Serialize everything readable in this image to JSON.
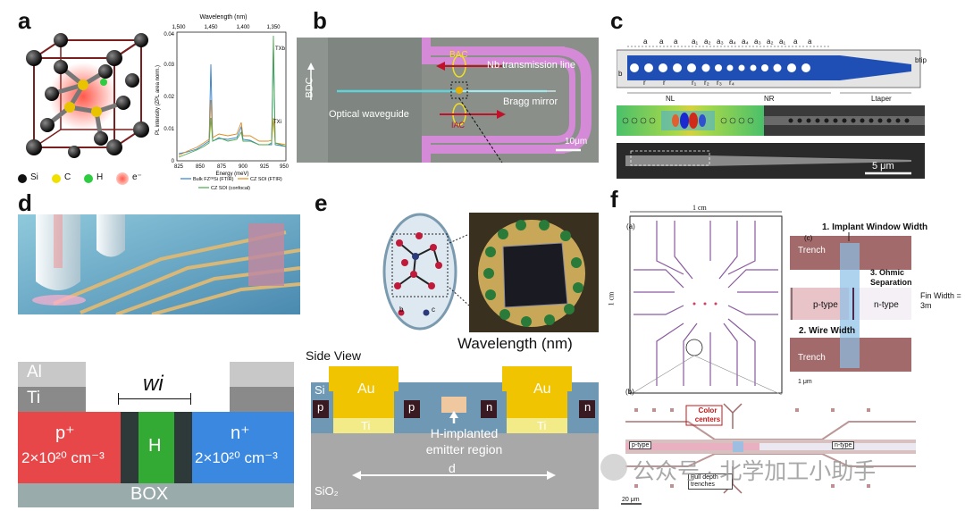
{
  "panels": {
    "a": {
      "letter": "a",
      "legend": {
        "si": "Si",
        "c": "C",
        "h": "H",
        "e": "e⁻"
      },
      "plot": {
        "top_axis_title": "Wavelength (nm)",
        "top_ticks": [
          "1,500",
          "1,450",
          "1,400",
          "1,350"
        ],
        "y_label": "PL intensity (ZPL area norm.)",
        "y_ticks": [
          "0",
          "0.01",
          "0.02",
          "0.03",
          "0.04"
        ],
        "x_ticks": [
          "825",
          "850",
          "875",
          "900",
          "925",
          "950"
        ],
        "x_label": "Energy (meV)",
        "peak_label_1": "TXb",
        "peak_label_2": "TXi",
        "legend_1": "Bulk FZ²⁸Si (FTIR)",
        "legend_2": "CZ SOI (FTIR)",
        "legend_3": "CZ SOI (confocal)"
      }
    },
    "b": {
      "letter": "b",
      "bac": "BAC",
      "bdc": "BDC",
      "nb_line": "Nb transmission line",
      "bragg": "Bragg mirror",
      "waveguide": "Optical waveguide",
      "iac": "IAC",
      "scale": "10μm"
    },
    "c": {
      "letter": "c",
      "labels": {
        "a": "a",
        "r": "r",
        "a1": "a₁",
        "a2": "a₂",
        "a3": "a₃",
        "a4": "a₄",
        "r1": "r₁",
        "r2": "r₂",
        "r3": "r₃",
        "r4": "r₄",
        "b": "b",
        "btip": "btip",
        "nl": "NL",
        "nr": "NR",
        "ltaper": "Ltaper"
      },
      "scale": "5 μm"
    },
    "d": {
      "letter": "d",
      "stack": {
        "al": "Al",
        "ti": "Ti",
        "wi": "wi",
        "p": "p⁺",
        "p_dope": "2×10²⁰ cm⁻³",
        "h": "H",
        "n": "n⁺",
        "n_dope": "2×10²⁰ cm⁻³",
        "box": "BOX"
      }
    },
    "e": {
      "letter": "e",
      "wavelength": "Wavelength (nm)",
      "atom_b": "b",
      "atom_c": "c",
      "side_view": "Side View",
      "si": "Si",
      "au1": "Au",
      "au2": "Au",
      "ti1": "Ti",
      "ti2": "Ti",
      "p1": "p",
      "p2": "p",
      "n1": "n",
      "n2": "n",
      "emitter": "H-implanted\nemitter region",
      "d": "d",
      "sio2": "SiO₂"
    },
    "f": {
      "letter": "f",
      "sub_a": "(a)",
      "sub_b": "(b)",
      "sub_c": "(c)",
      "one_cm_top": "1 cm",
      "one_cm_side": "1 cm",
      "implant": "1. Implant Window Width",
      "ohmic": "3. Ohmic Separation",
      "wire": "2. Wire Width",
      "trench1": "Trench",
      "trench2": "Trench",
      "ptype": "p-type",
      "ntype": "n-type",
      "fin": "Fin Width = 3m",
      "one_um": "1 μm",
      "color_centers": "Color centers",
      "ptype_b": "p-type",
      "ntype_b": "n-type",
      "full_depth": "Full depth trenches",
      "twenty_um": "20 μm",
      "watermark": "公众号 · 北学加工小助手"
    }
  }
}
